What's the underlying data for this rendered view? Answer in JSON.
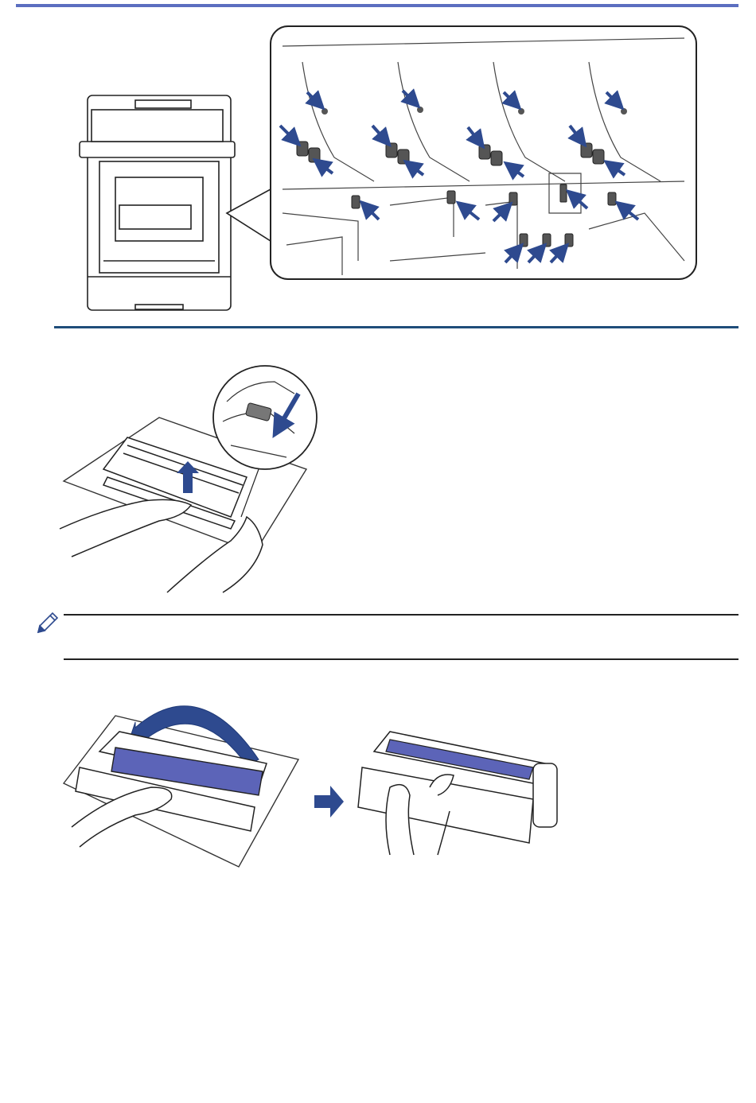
{
  "colors": {
    "accent_blue": "#2e4a8f",
    "header_rule": "#5b6ec0",
    "section_rule": "#1f4d7a",
    "note_rule": "#222222",
    "ink": "#222222",
    "drum_surface": "#5c64b8"
  },
  "illustrations": [
    {
      "name": "printer-drum-area-callout"
    },
    {
      "name": "remove-drum-from-toner"
    },
    {
      "name": "clean-drum-surface"
    }
  ],
  "note": {
    "icon": "pencil-icon",
    "text": ""
  }
}
